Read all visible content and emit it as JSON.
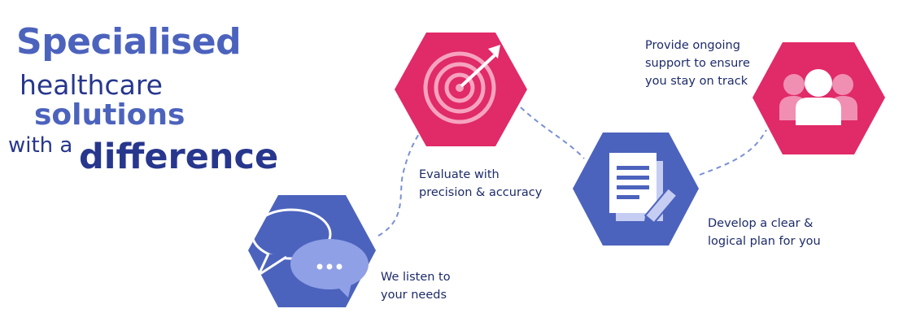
{
  "headline": {
    "line1": "Specialised",
    "line2": "healthcare",
    "line3": "solutions",
    "line4": "with a",
    "line5": "difference"
  },
  "steps": [
    {
      "icon": "speech-bubbles-icon",
      "color": "#4c63bd",
      "lines": [
        "We listen to",
        "your needs"
      ]
    },
    {
      "icon": "target-arrow-icon",
      "color": "#e12a68",
      "lines": [
        "Evaluate with",
        "precision & accuracy"
      ]
    },
    {
      "icon": "document-pencil-icon",
      "color": "#4c63bd",
      "lines": [
        "Develop a clear &",
        "logical plan for you"
      ]
    },
    {
      "icon": "people-group-icon",
      "color": "#e12a68",
      "lines": [
        "Provide ongoing",
        "support to ensure",
        "you stay on track"
      ]
    }
  ],
  "colors": {
    "navy": "#27378d",
    "blue": "#4c63bd",
    "pink": "#e12a68",
    "dash": "#7a8fd6"
  }
}
